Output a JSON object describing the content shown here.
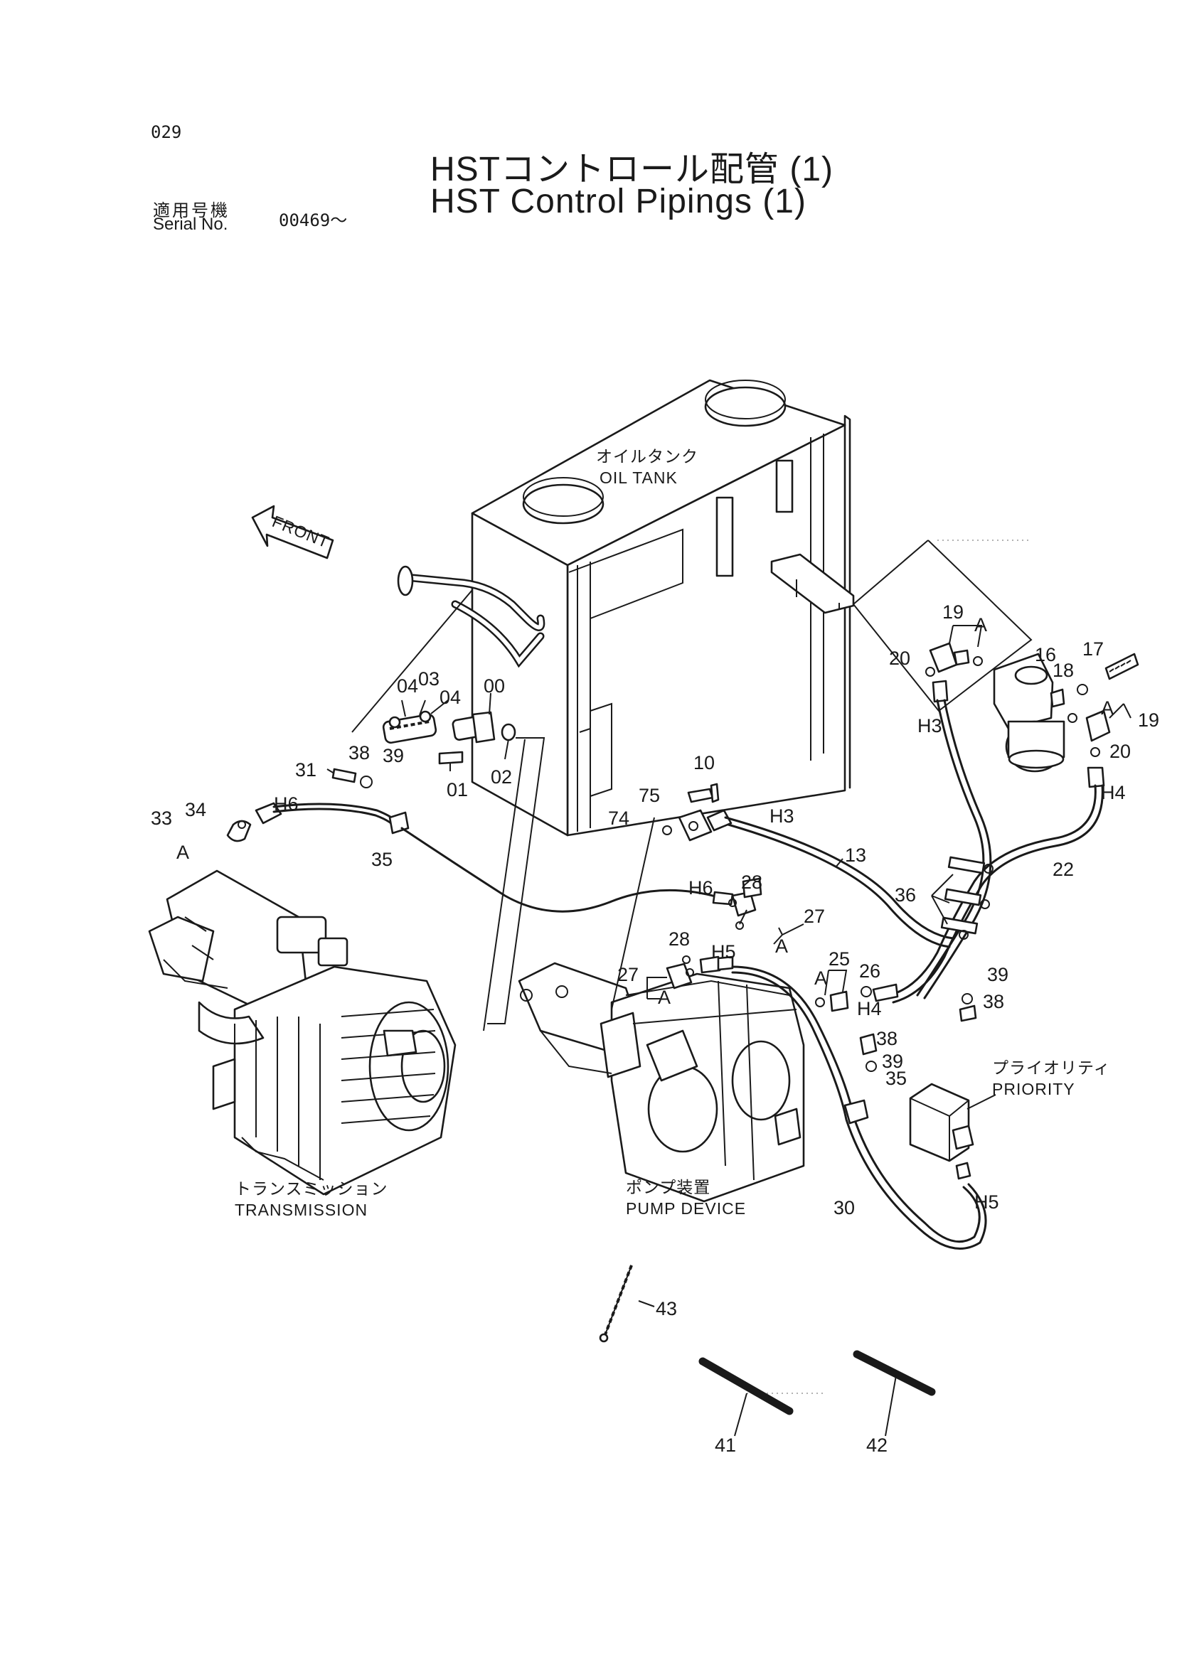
{
  "header": {
    "page_number": "029",
    "title_jp": "HSTコントロール配管 (1)",
    "title_en": "HST Control Pipings (1)",
    "serial_label_jp": "適用号機",
    "serial_label_en": "Serial No.",
    "serial_value": "00469～"
  },
  "labels": {
    "oil_tank_jp": "オイルタンク",
    "oil_tank_en": "OIL TANK",
    "front": "FRONT",
    "transmission_jp": "トランスミッション",
    "transmission_en": "TRANSMISSION",
    "pump_device_jp": "ポンプ装置",
    "pump_device_en": "PUMP DEVICE",
    "priority_jp": "プライオリティ",
    "priority_en": "PRIORITY"
  },
  "callouts": [
    "00",
    "01",
    "02",
    "03",
    "04",
    "04",
    "10",
    "13",
    "16",
    "17",
    "18",
    "19",
    "19",
    "20",
    "20",
    "22",
    "25",
    "26",
    "27",
    "27",
    "28",
    "28",
    "30",
    "31",
    "33",
    "34",
    "35",
    "35",
    "36",
    "38",
    "38",
    "38",
    "39",
    "39",
    "39",
    "41",
    "42",
    "43",
    "74",
    "75",
    "A",
    "A",
    "A",
    "A",
    "A",
    "A",
    "H3",
    "H3",
    "H4",
    "H4",
    "H5",
    "H5",
    "H6",
    "H6"
  ]
}
